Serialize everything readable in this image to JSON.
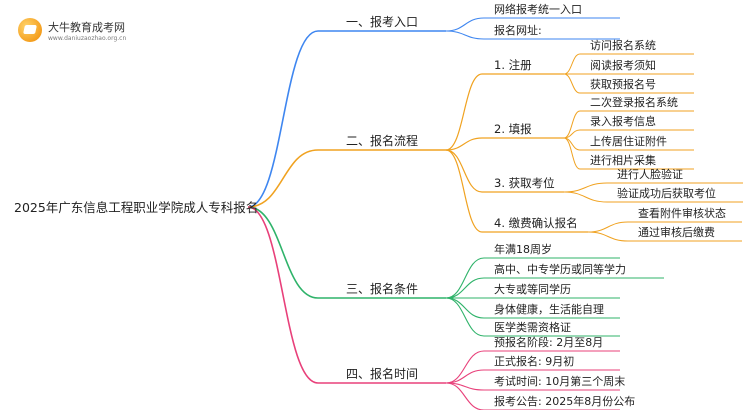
{
  "logo": {
    "title": "大牛教育成考网",
    "url": "www.daniuzaozhao.org.cn",
    "icon": "book-badge-icon"
  },
  "root": "2025年广东信息工程职业学院成人专科报名",
  "colors": {
    "blue": "#3e86f0",
    "orange": "#f0a220",
    "green": "#2fb36a",
    "pink": "#e8407a"
  },
  "branches": [
    {
      "label": "一、报考入口",
      "color": "blue",
      "leaves": [
        "网络报考统一入口",
        "报名网址:"
      ]
    },
    {
      "label": "二、报名流程",
      "color": "orange",
      "subs": [
        {
          "label": "1. 注册",
          "leaves": [
            "访问报名系统",
            "阅读报考须知",
            "获取预报名号"
          ]
        },
        {
          "label": "2. 填报",
          "leaves": [
            "二次登录报名系统",
            "录入报考信息",
            "上传居住证附件",
            "进行相片采集"
          ]
        },
        {
          "label": "3. 获取考位",
          "leaves": [
            "进行人脸验证",
            "验证成功后获取考位"
          ]
        },
        {
          "label": "4. 缴费确认报名",
          "leaves": [
            "查看附件审核状态",
            "通过审核后缴费"
          ]
        }
      ]
    },
    {
      "label": "三、报名条件",
      "color": "green",
      "leaves": [
        "年满18周岁",
        "高中、中专学历或同等学力",
        "大专或等同学历",
        "身体健康，生活能自理",
        "医学类需资格证"
      ]
    },
    {
      "label": "四、报名时间",
      "color": "pink",
      "leaves": [
        "预报名阶段: 2月至8月",
        "正式报名: 9月初",
        "考试时间: 10月第三个周末",
        "报考公告: 2025年8月份公布"
      ]
    }
  ]
}
